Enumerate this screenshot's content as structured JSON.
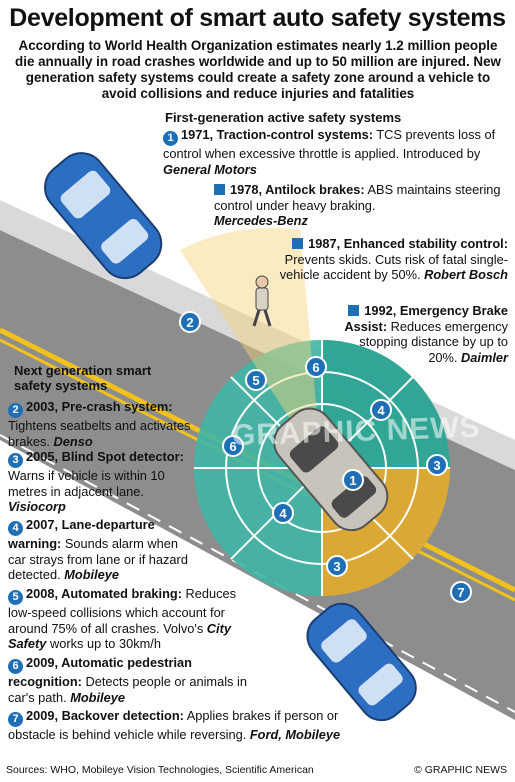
{
  "title": "Development of smart auto safety systems",
  "intro": "According to World Health Organization estimates nearly 1.2 million people die annually in road crashes worldwide and up to 50 million are injured. New generation safety systems could create a safety zone around a vehicle to avoid collisions and reduce injuries and fatalities",
  "first_gen": {
    "heading": "First-generation active safety systems",
    "items": [
      {
        "marker": "1",
        "title": "1971, Traction-control systems:",
        "text": " TCS prevents loss of control when excessive throttle is applied. Introduced by ",
        "company": "General Motors"
      },
      {
        "title": "1978, Antilock brakes:",
        "text": " ABS maintains steering control under heavy braking.",
        "company": "Mercedes-Benz"
      },
      {
        "title": "1987, Enhanced stability control:",
        "text": " Prevents skids. Cuts risk of fatal single-vehicle accident by 50%. ",
        "company": "Robert Bosch"
      },
      {
        "title": "1992, Emergency Brake Assist:",
        "text": " Reduces emergency stopping distance by up to 20%. ",
        "company": "Daimler"
      }
    ]
  },
  "next_gen": {
    "heading": "Next generation smart safety systems",
    "items": [
      {
        "marker": "2",
        "title": "2003, Pre-crash system:",
        "text": " Tightens seatbelts and activates brakes. ",
        "company": "Denso"
      },
      {
        "marker": "3",
        "title": "2005, Blind Spot detector:",
        "text": " Warns if vehicle is within 10 metres in adjacent lane. ",
        "company": "Visiocorp"
      },
      {
        "marker": "4",
        "title": "2007, Lane-departure warning:",
        "text": " Sounds alarm when car strays from lane or if hazard detected. ",
        "company": "Mobileye"
      },
      {
        "marker": "5",
        "title": "2008, Automated braking:",
        "text": " Reduces low-speed collisions which account for around 75% of all crashes. Volvo's ",
        "company": "City Safety",
        "text2": " works up to 30km/h"
      },
      {
        "marker": "6",
        "title": "2009, Automatic pedestrian recognition:",
        "text": " Detects people or animals in car's path. ",
        "company": "Mobileye"
      },
      {
        "marker": "7",
        "title": "2009, Backover detection:",
        "text": " Applies brakes if person or obstacle is behind vehicle while reversing. ",
        "company": "Ford, Mobileye"
      }
    ]
  },
  "zone_markers": [
    "1",
    "2",
    "3",
    "3",
    "4",
    "4",
    "5",
    "6",
    "6",
    "7"
  ],
  "watermark": "GRAPHIC NEWS",
  "footer": {
    "sources": "Sources: WHO, Mobileye Vision Technologies, Scientific American",
    "credit": "© GRAPHIC NEWS"
  },
  "colors": {
    "marker_blue": "#1e6fb6",
    "road_gray": "#8a8a8a",
    "lane_yellow": "#f3c21a",
    "zone_teal": "#3fb6a6",
    "zone_orange": "#f6a623"
  }
}
